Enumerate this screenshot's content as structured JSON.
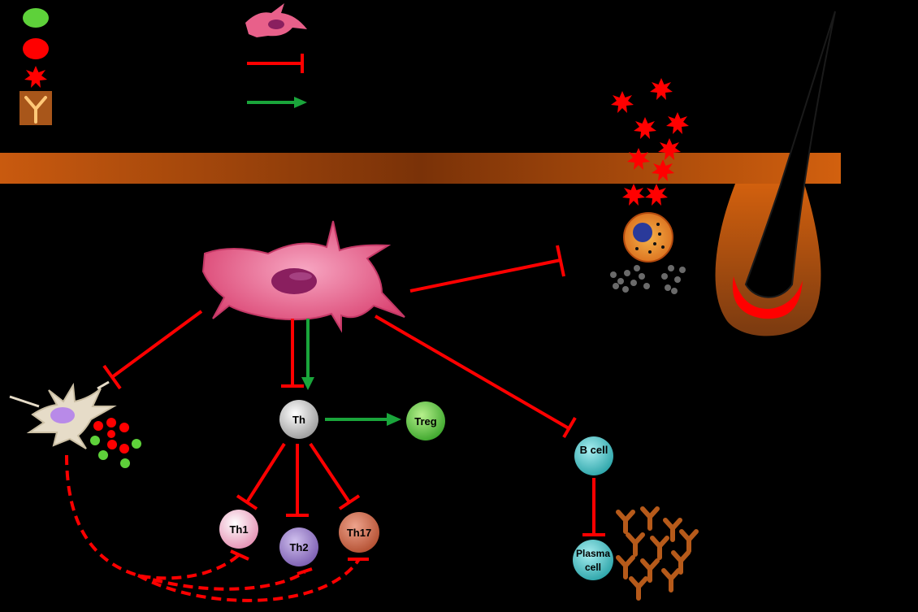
{
  "cells": {
    "th": "Th",
    "treg": "Treg",
    "th1": "Th1",
    "th2": "Th2",
    "th17": "Th17",
    "b_cell": "B cell",
    "plasma_cell_line1": "Plasma",
    "plasma_cell_line2": "cell"
  },
  "colors": {
    "background": "#000000",
    "inhibition": "#ff0000",
    "activation": "#1aa53b",
    "skin_band": "#c8570c",
    "msc": "#e8608a",
    "nucleus": "#8a1f5f",
    "th": "#c8c8c8",
    "treg": "#6fcf4a",
    "th1": "#f2b5cc",
    "th2": "#9b7fc8",
    "th17": "#c96a4c",
    "b_cell": "#4ec2c6",
    "antibody": "#b65a1a",
    "hair": "#000000"
  },
  "icons": [
    "green-dot-legend-icon",
    "red-dot-legend-icon",
    "red-star-legend-icon",
    "antibody-legend-icon",
    "msc-legend-icon",
    "inhibition-arrow-icon",
    "activation-arrow-icon"
  ]
}
